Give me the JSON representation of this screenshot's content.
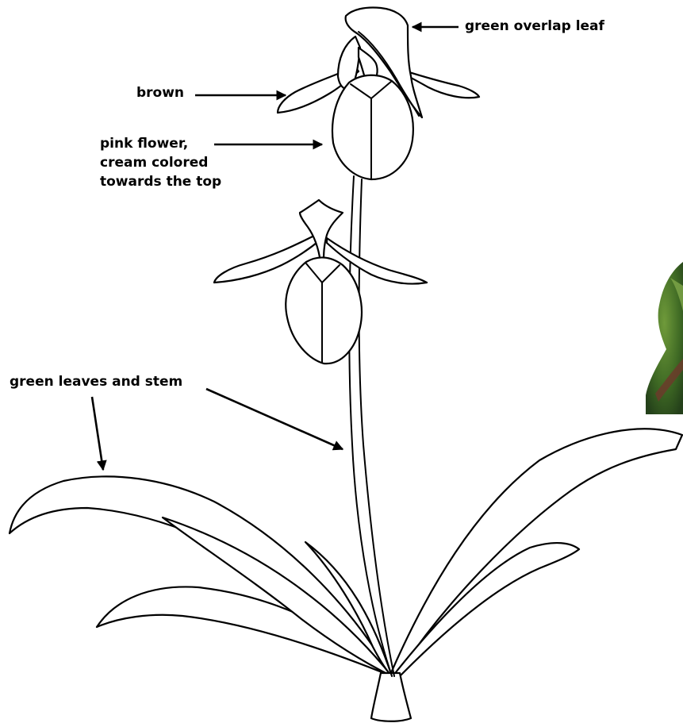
{
  "labels": {
    "green_overlap_leaf": "green overlap leaf",
    "brown": "brown",
    "pink_flower_line1": "pink flower,",
    "pink_flower_line2": "cream colored",
    "pink_flower_line3": "towards the top",
    "green_leaves_and_stem": "green leaves and stem"
  },
  "colors": {
    "outline": "#000000",
    "background": "#ffffff",
    "photo_green_dark": "#2f5a1e",
    "photo_green_light": "#6f9a3a",
    "photo_brown": "#6b3b2a"
  }
}
